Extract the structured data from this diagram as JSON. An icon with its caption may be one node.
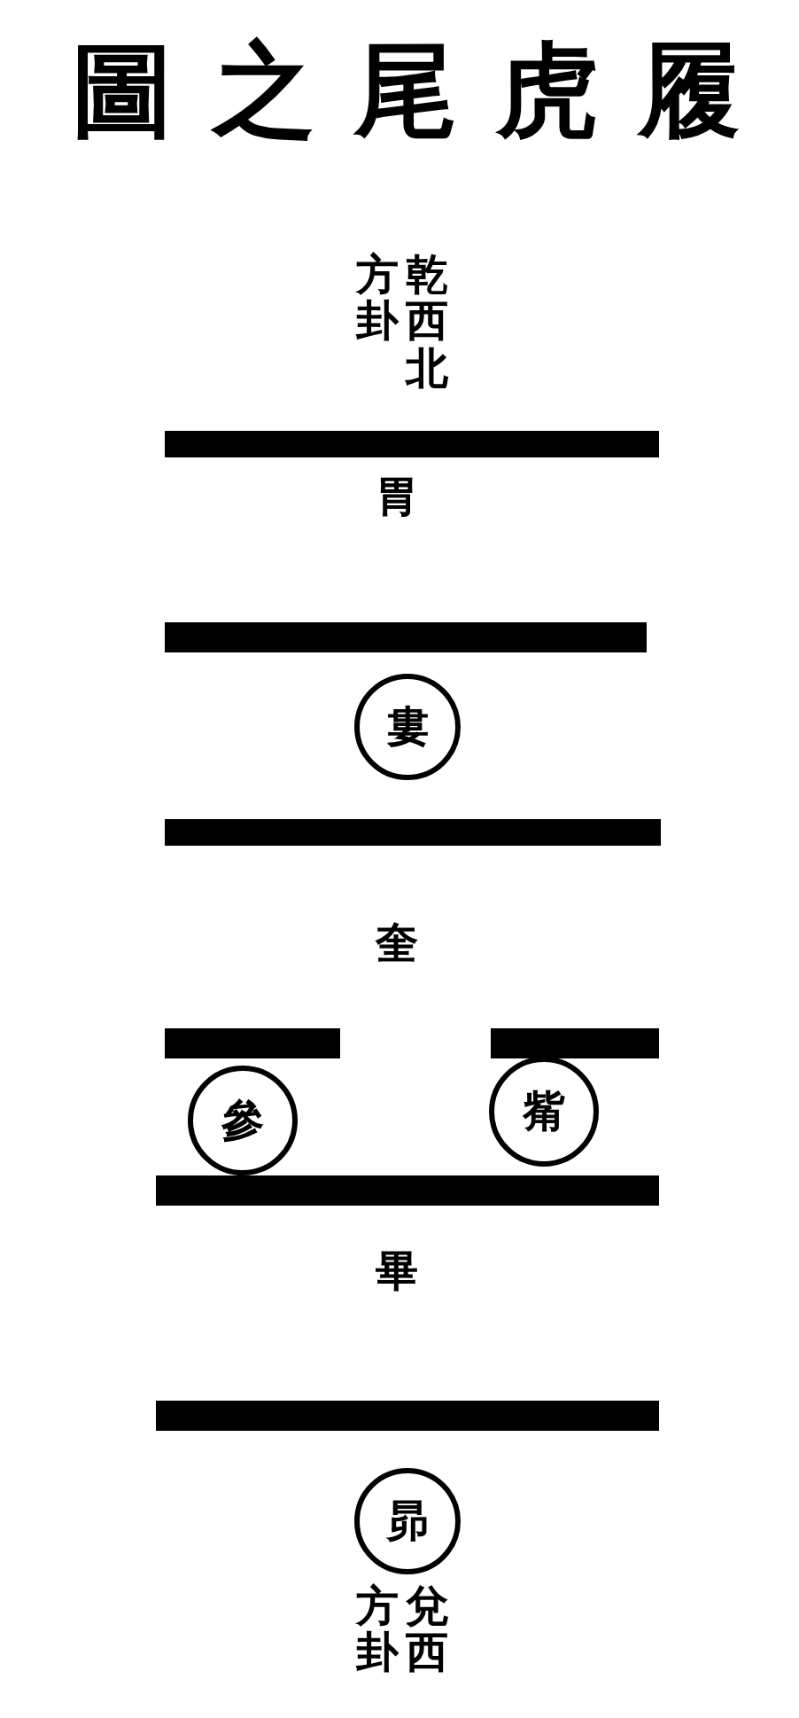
{
  "diagram": {
    "title": "圖之尾虎履",
    "nodes": [
      {
        "text": [
          "婁"
        ]
      },
      {
        "text": [
          "參"
        ]
      },
      {
        "text": [
          "觜"
        ]
      },
      {
        "text": [
          "昴"
        ]
      }
    ],
    "labels": [
      "乾西北",
      "方卦",
      "胃",
      "奎",
      "畢",
      "兌西",
      "方卦"
    ]
  }
}
